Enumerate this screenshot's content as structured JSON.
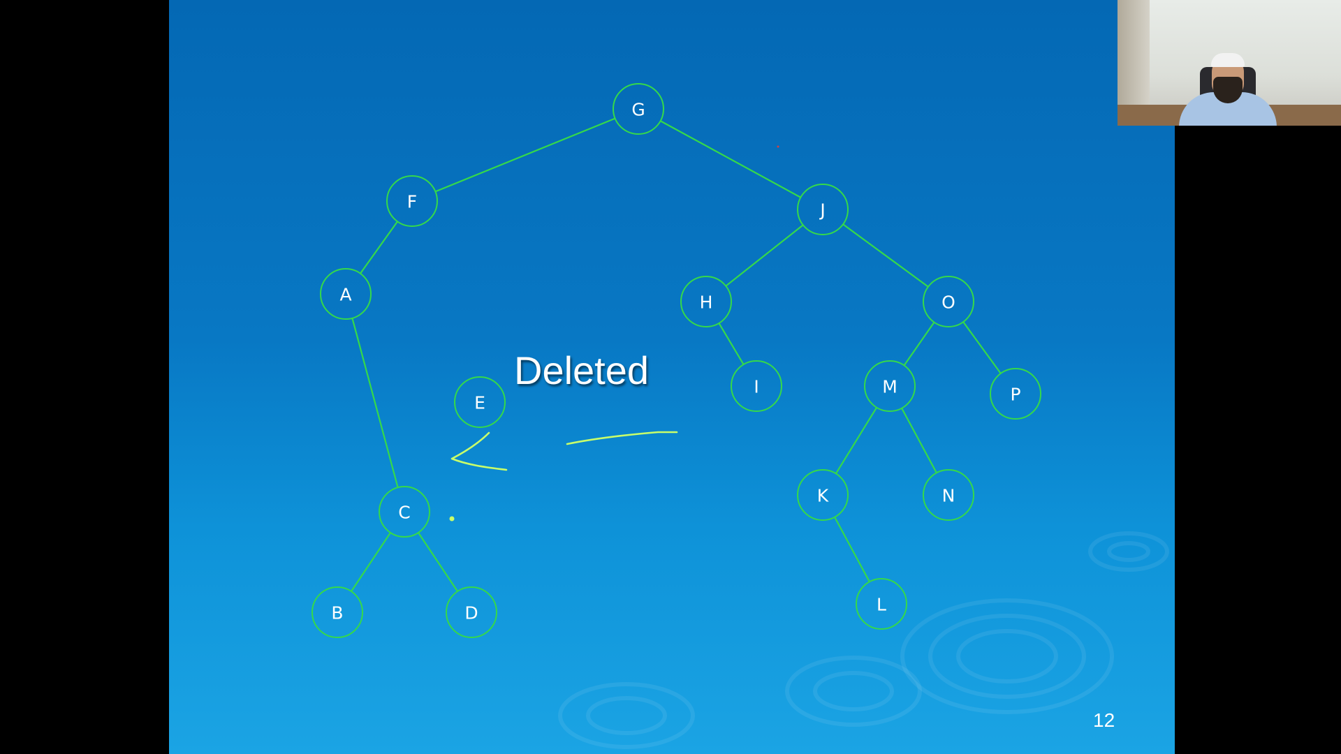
{
  "slide": {
    "deleted_label": "Deleted",
    "page_number": "12"
  },
  "colors": {
    "background_top": "#0468b4",
    "background_bottom": "#1ba4e4",
    "edge_and_node_outline": "#35d94a",
    "node_label": "#ffffff",
    "annotation_ink": "#c9ff6a"
  },
  "tree": {
    "nodes": [
      {
        "label": "G"
      },
      {
        "label": "F"
      },
      {
        "label": "J"
      },
      {
        "label": "A"
      },
      {
        "label": "H"
      },
      {
        "label": "O"
      },
      {
        "label": "I"
      },
      {
        "label": "M"
      },
      {
        "label": "P"
      },
      {
        "label": "E"
      },
      {
        "label": "K"
      },
      {
        "label": "N"
      },
      {
        "label": "C"
      },
      {
        "label": "B"
      },
      {
        "label": "D"
      },
      {
        "label": "L"
      }
    ],
    "edges": [
      [
        "G",
        "F"
      ],
      [
        "G",
        "J"
      ],
      [
        "F",
        "A"
      ],
      [
        "A",
        "C"
      ],
      [
        "C",
        "B"
      ],
      [
        "C",
        "D"
      ],
      [
        "J",
        "H"
      ],
      [
        "J",
        "O"
      ],
      [
        "H",
        "I"
      ],
      [
        "O",
        "M"
      ],
      [
        "O",
        "P"
      ],
      [
        "M",
        "K"
      ],
      [
        "M",
        "N"
      ],
      [
        "K",
        "L"
      ]
    ],
    "deleted_node": "E"
  },
  "annotation": {
    "type": "hand-drawn-arrow",
    "points_to": "E"
  },
  "webcam": {
    "icon": "presenter-webcam-feed"
  }
}
